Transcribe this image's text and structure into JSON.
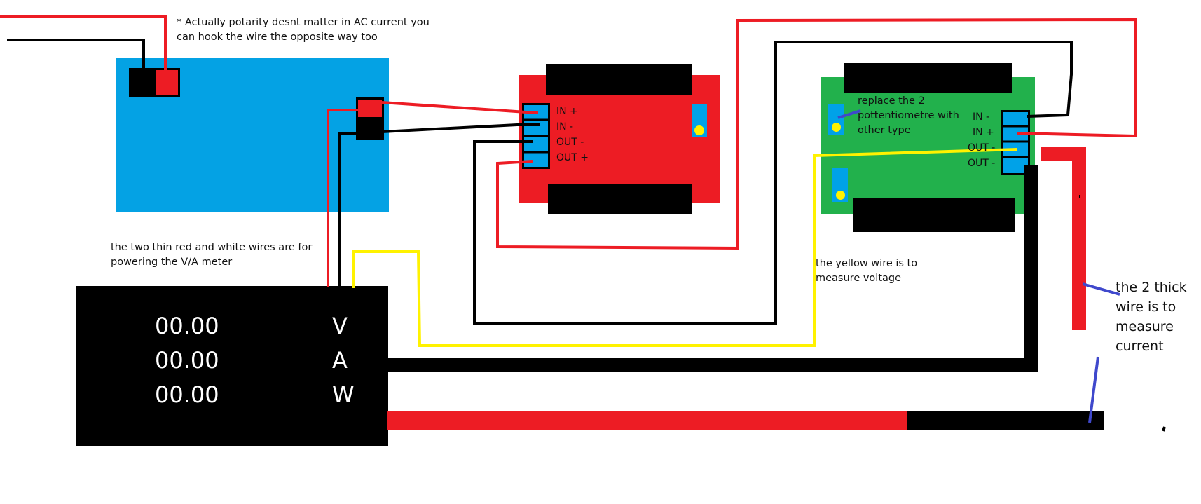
{
  "colors": {
    "blue_module": "#04a2e4",
    "red_module": "#ed1c24",
    "green_module": "#22b14c",
    "terminal_blue": "#00a2e8",
    "wire_red": "#ed1c24",
    "wire_black": "#000000",
    "wire_yellow": "#fff200",
    "pointer_blue": "#3f48cc",
    "meter_bg": "#000000",
    "meter_text": "#ffffff"
  },
  "notes": {
    "polarity": "* Actually potarity desnt matter in AC current you\ncan hook the wire the opposite way too",
    "thin_wires": "the two thin red and white wires are for\npowering the V/A meter",
    "yellow_wire": "the yellow wire is to\nmeasure voltage",
    "potentiometer": "replace the 2\npottentiometre with\nother type",
    "thick_wire": "the 2 thick\nwire is to\nmeasure\ncurrent"
  },
  "red_module": {
    "pins": [
      "IN +",
      "IN -",
      "OUT -",
      "OUT +"
    ]
  },
  "green_module": {
    "pins": [
      "IN  -",
      "IN  +",
      "OUT -",
      "OUT -"
    ]
  },
  "meter": {
    "readings": [
      {
        "value": "00.00",
        "unit": "V"
      },
      {
        "value": "00.00",
        "unit": "A"
      },
      {
        "value": "00.00",
        "unit": "W"
      }
    ]
  },
  "icons": {
    "potentiometer": "potentiometer-icon",
    "pointer": "pointer-line"
  }
}
